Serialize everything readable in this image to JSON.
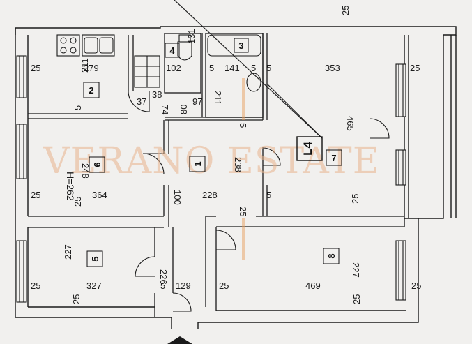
{
  "watermark": "VERANO ESTATE",
  "apartment_code": "L4",
  "height_label": "H=262",
  "rooms": [
    {
      "id": "1",
      "label": "1"
    },
    {
      "id": "2",
      "label": "2"
    },
    {
      "id": "3",
      "label": "3"
    },
    {
      "id": "4",
      "label": "4"
    },
    {
      "id": "5",
      "label": "5"
    },
    {
      "id": "6",
      "label": "6"
    },
    {
      "id": "7",
      "label": "7"
    },
    {
      "id": "8",
      "label": "8"
    }
  ],
  "dimensions": {
    "top_25": "25",
    "kitchen_w": "279",
    "kitchen_h": "211",
    "wall_left_top": "25",
    "wall_5_kitchen": "5",
    "wc_h": "131",
    "wc_w": "102",
    "bath_w": "141",
    "bath_5a": "5",
    "bath_5b": "5",
    "bath_h": "211",
    "hall_38": "38",
    "hall_37": "37",
    "hall_74": "74",
    "hall_80": "80",
    "hall_97": "97",
    "room7_w": "353",
    "room7_h": "465",
    "wall_right_top": "25",
    "room6_h": "248",
    "room6_w": "364",
    "wall_left_mid": "25",
    "wall_6_bottom": "25",
    "hall_h": "238",
    "hall_5": "5",
    "hall_w": "228",
    "corr_100": "100",
    "corr_25": "25",
    "wall_7_5": "5",
    "wall_7_bottom": "25",
    "room5_h": "227",
    "room5_w": "327",
    "wall_left_bot": "25",
    "wall_5_bottom": "25",
    "corr_5": "5",
    "corr_w": "129",
    "corr_226": "226",
    "wall_8_left": "25",
    "room8_w": "469",
    "room8_h": "227",
    "wall_right_bot": "25",
    "wall_8_bottom": "25"
  }
}
